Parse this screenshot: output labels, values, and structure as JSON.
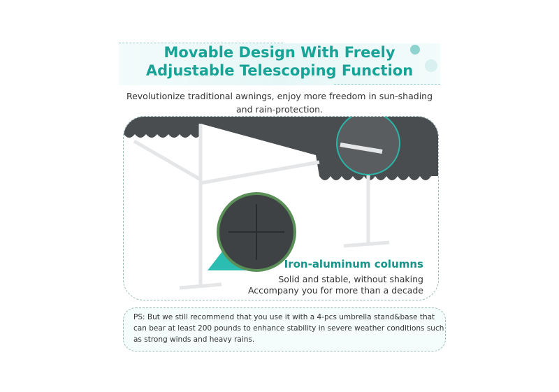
{
  "header": {
    "title_line1": "Movable Design With Freely",
    "title_line2": "Adjustable Telescoping Function",
    "subtitle": "Revolutionize traditional awnings, enjoy more freedom in sun-shading and rain-protection."
  },
  "feature": {
    "title": "Iron-aluminum columns",
    "line1": "Solid and stable, without shaking",
    "line2": "Accompany you for more than a decade"
  },
  "note": {
    "text": "PS: But we still recommend that you use it with a 4-pcs umbrella stand&base that can bear at least 200 pounds to enhance stability in severe weather conditions such as strong winds and heavy rains."
  },
  "colors": {
    "accent": "#17a396",
    "canopy": "#4a4d4f",
    "frame": "#e4e6e8"
  }
}
